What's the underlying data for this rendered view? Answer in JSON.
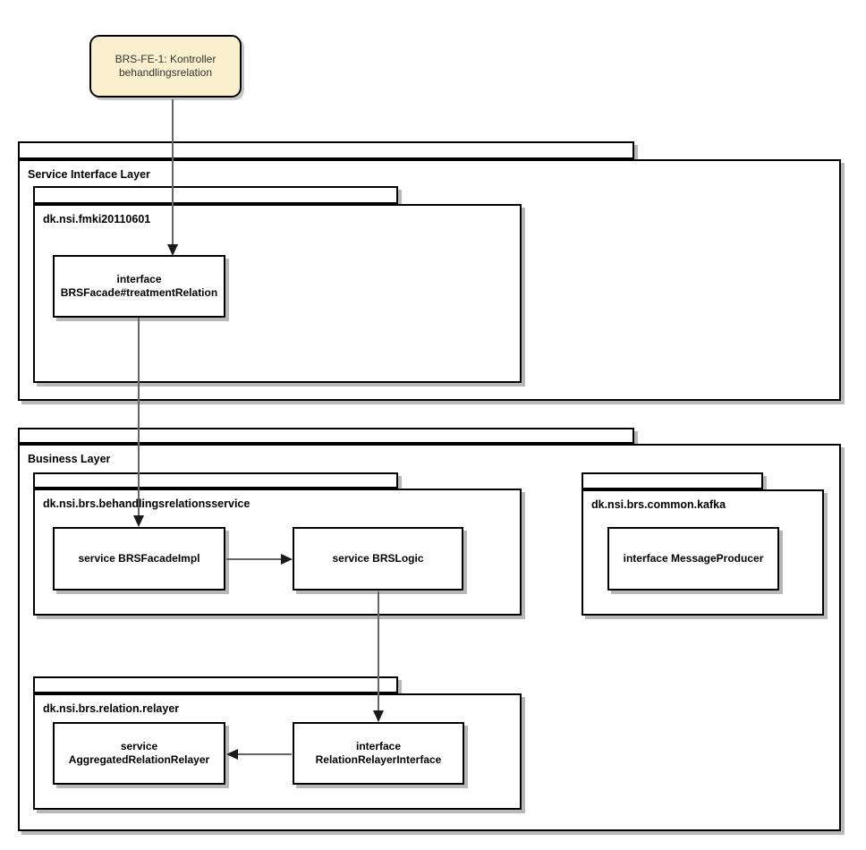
{
  "diagram": {
    "note": {
      "lines": [
        "BRS-FE-1: Kontroller",
        "behandlingsrelation"
      ],
      "fill": "#FBF0CD"
    },
    "layers": {
      "service_interface": {
        "label": "Service Interface Layer"
      },
      "business": {
        "label": "Business Layer"
      }
    },
    "packages": {
      "fmki": {
        "label": "dk.nsi.fmki20110601"
      },
      "brs_service": {
        "label": "dk.nsi.brs.behandlingsrelationsservice"
      },
      "kafka": {
        "label": "dk.nsi.brs.common.kafka"
      },
      "relayer": {
        "label": "dk.nsi.brs.relation.relayer"
      }
    },
    "nodes": {
      "brs_facade_interface": {
        "lines": [
          "interface",
          "BRSFacade#treatmentRelation"
        ]
      },
      "brs_facade_impl": {
        "label": "service BRSFacadeImpl"
      },
      "brs_logic": {
        "label": "service BRSLogic"
      },
      "message_producer": {
        "label": "interface MessageProducer"
      },
      "aggregated_relation_relayer": {
        "lines": [
          "service",
          "AggregatedRelationRelayer"
        ]
      },
      "relation_relayer_interface": {
        "lines": [
          "interface",
          "RelationRelayerInterface"
        ]
      }
    },
    "edges": [
      {
        "from": "note-brs-fe-1",
        "to": "node-brs-facade-interface",
        "style": "arrow-down"
      },
      {
        "from": "node-brs-facade-interface",
        "to": "node-brs-facade-impl",
        "style": "arrow-down"
      },
      {
        "from": "node-brs-facade-impl",
        "to": "node-brs-logic",
        "style": "arrow-right"
      },
      {
        "from": "node-brs-logic",
        "to": "node-relation-relayer-interface",
        "style": "arrow-down"
      },
      {
        "from": "node-relation-relayer-interface",
        "to": "node-aggregated-relation-relayer",
        "style": "arrow-left"
      }
    ],
    "colors": {
      "edge_line": "#666666",
      "arrowhead": "#1a1a1a",
      "border": "#000000",
      "note_fill": "#FBF0CD",
      "shadow": "#b3b3b3"
    }
  }
}
